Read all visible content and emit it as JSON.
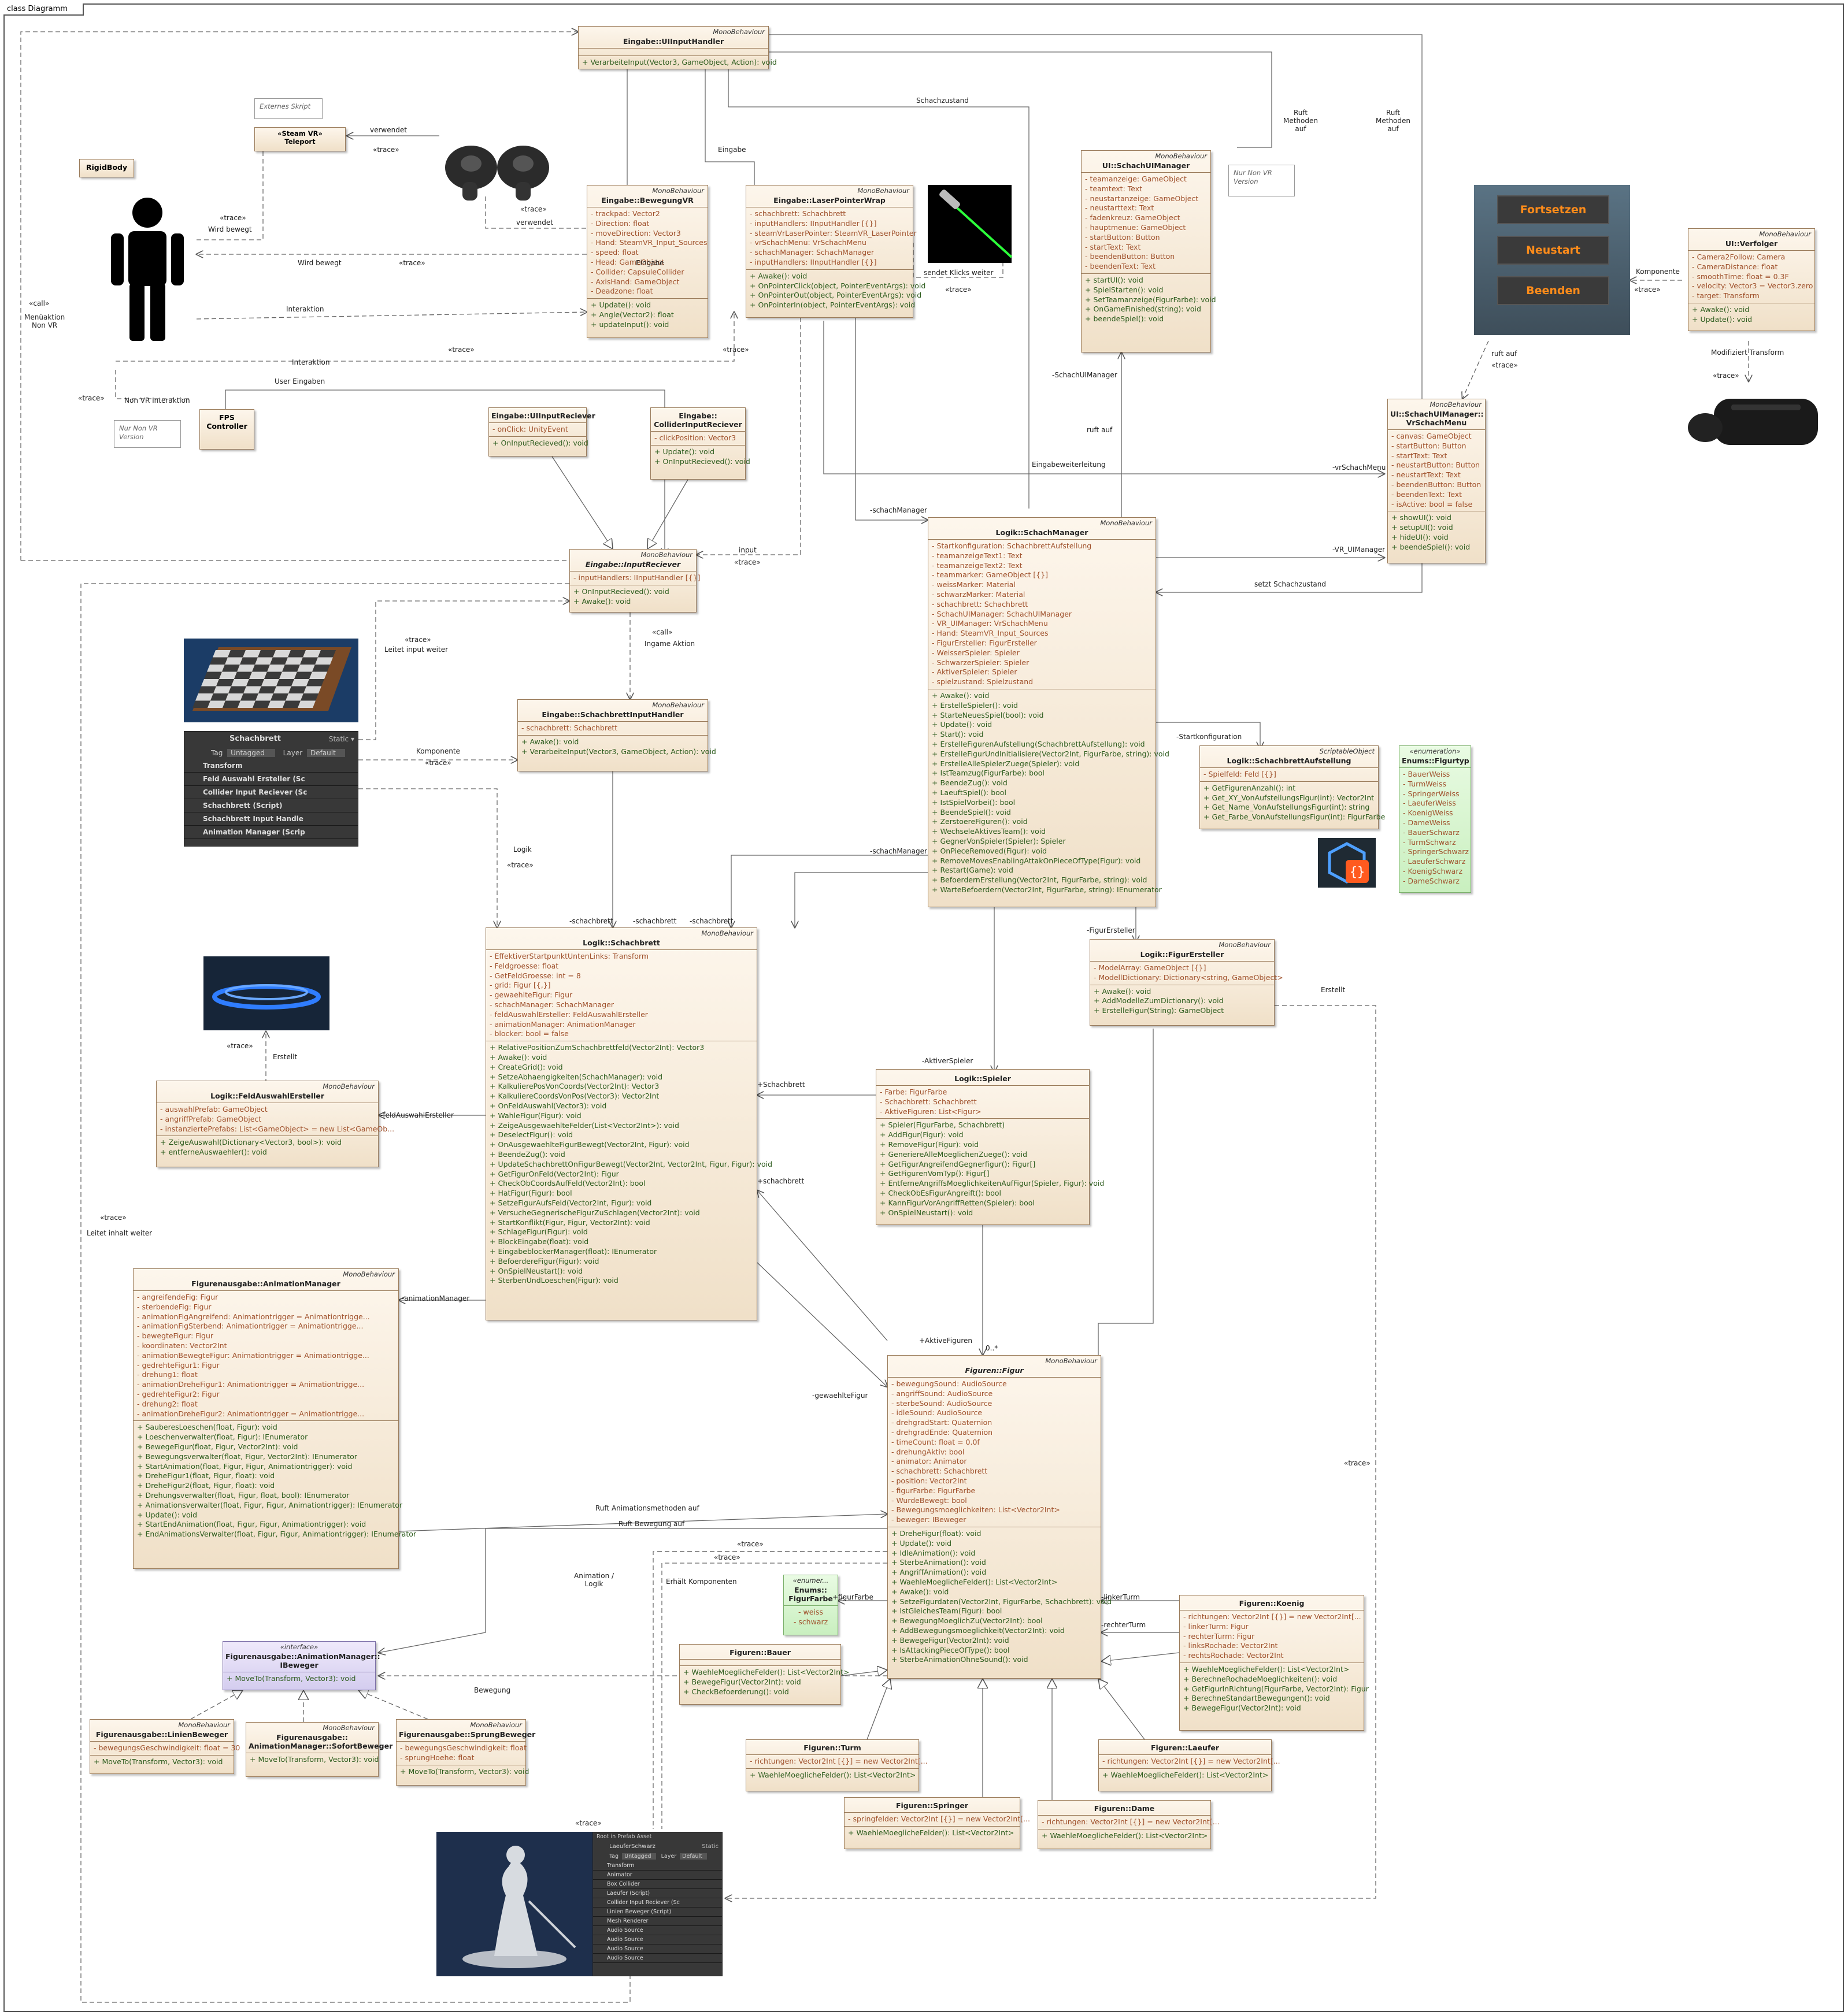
{
  "diagram_title": "class Diagramm",
  "stereotype_mono": "MonoBehaviour",
  "stereotype_scriptable": "ScriptableObject",
  "classes": {
    "ui_input_handler": {
      "name": "Eingabe::UIInputHandler",
      "methods": [
        "+   VerarbeiteInput(Vector3, GameObject, Action): void"
      ]
    },
    "bewegung_vr": {
      "name": "Eingabe::BewegungVR",
      "fields": [
        "trackpad: Vector2",
        "Direction: float",
        "moveDirection: Vector3",
        "Hand: SteamVR_Input_Sources",
        "speed: float",
        "Head: GameObject",
        "Collider: CapsuleCollider",
        "AxisHand: GameObject",
        "Deadzone: float"
      ],
      "methods": [
        "Update(): void",
        "Angle(Vector2): float",
        "updateInput(): void"
      ]
    },
    "laser_pointer": {
      "name": "Eingabe::LaserPointerWrap",
      "fields": [
        "schachbrett: Schachbrett",
        "inputHandlers: IInputHandler [{}]",
        "steamVrLaserPointer: SteamVR_LaserPointer",
        "vrSchachMenu: VrSchachMenu",
        "schachManager: SchachManager",
        "inputHandlers: IInputHandler [{}]"
      ],
      "methods": [
        "Awake(): void",
        "OnPointerClick(object, PointerEventArgs): void",
        "OnPointerOut(object, PointerEventArgs): void",
        "OnPointerIn(object, PointerEventArgs): void"
      ]
    },
    "schach_ui_manager": {
      "name": "UI::SchachUIManager",
      "fields": [
        "teamanzeige: GameObject",
        "teamtext: Text",
        "neustartanzeige: GameObject",
        "neustarttext: Text",
        "fadenkreuz: GameObject",
        "hauptmenue: GameObject",
        "startButton: Button",
        "startText: Text",
        "beendenButton: Button",
        "beendenText: Text"
      ],
      "methods": [
        "startUI(): void",
        "SpielStarten(): void",
        "SetTeamanzeige(FigurFarbe): void",
        "OnGameFinished(string): void",
        "beendeSpiel(): void"
      ]
    },
    "verfolger": {
      "name": "UI::Verfolger",
      "fields": [
        "Camera2Follow: Camera",
        "CameraDistance: float",
        "smoothTime: float = 0.3F",
        "velocity: Vector3 = Vector3.zero",
        "target: Transform"
      ],
      "methods": [
        "Awake(): void",
        "Update(): void"
      ]
    },
    "vr_schach_menu": {
      "name": "UI::SchachUIManager::\nVrSchachMenu",
      "fields": [
        "canvas: GameObject",
        "startButton: Button",
        "startText: Text",
        "neustartButton: Button",
        "neustartText: Text",
        "beendenButton: Button",
        "beendenText: Text",
        "isActive: bool = false"
      ],
      "methods": [
        "showUI(): void",
        "setupUI(): void",
        "hideUI(): void",
        "beendeSpiel(): void"
      ]
    },
    "ui_input_reciever": {
      "name": "Eingabe::UIInputReciever",
      "fields": [
        "onClick: UnityEvent"
      ],
      "methods": [
        "OnInputRecieved(): void"
      ]
    },
    "collider_input_reciever": {
      "name": "Eingabe::\nColliderInputReciever",
      "fields": [
        "clickPosition: Vector3"
      ],
      "methods": [
        "Update(): void",
        "OnInputRecieved(): void"
      ]
    },
    "input_reciever": {
      "name": "Eingabe::InputReciever",
      "fields": [
        "inputHandlers: IInputHandler [{}]"
      ],
      "methods": [
        "OnInputRecieved(): void",
        "Awake(): void"
      ]
    },
    "schachbrett_input_handler": {
      "name": "Eingabe::SchachbrettInputHandler",
      "fields": [
        "schachbrett: Schachbrett"
      ],
      "methods": [
        "Awake(): void",
        "VerarbeiteInput(Vector3, GameObject, Action): void"
      ]
    },
    "schach_manager": {
      "name": "Logik::SchachManager",
      "fields": [
        "Startkonfiguration: SchachbrettAufstellung",
        "teamanzeigeText1: Text",
        "teamanzeigeText2: Text",
        "teammarker: GameObject [{}]",
        "weissMarker: Material",
        "schwarzMarker: Material",
        "schachbrett: Schachbrett",
        "SchachUIManager: SchachUIManager",
        "VR_UIManager: VrSchachMenu",
        "Hand: SteamVR_Input_Sources",
        "FigurErsteller: FigurErsteller",
        "WeisserSpieler: Spieler",
        "SchwarzerSpieler: Spieler",
        "AktiverSpieler: Spieler",
        "spielzustand: Spielzustand"
      ],
      "methods": [
        "Awake(): void",
        "ErstelleSpieler(): void",
        "StarteNeuesSpiel(bool): void",
        "Update(): void",
        "Start(): void",
        "ErstelleFigurenAufstellung(SchachbrettAufstellung): void",
        "ErstelleFigurUndInitialisiere(Vector2Int, FigurFarbe, string): void",
        "ErstelleAlleSpielerZuege(Spieler): void",
        "IstTeamzug(FigurFarbe): bool",
        "BeendeZug(): void",
        "LaeuftSpiel(): bool",
        "IstSpielVorbei(): bool",
        "BeendeSpiel(): void",
        "ZerstoereFiguren(): void",
        "WechseleAktivesTeam(): void",
        "GegnerVonSpieler(Spieler): Spieler",
        "OnPieceRemoved(Figur): void",
        "RemoveMovesEnablingAttakOnPieceOfType(Figur): void",
        "Restart(Game): void",
        "BefoerdernErstellung(Vector2Int, FigurFarbe, string): void",
        "WarteBefoerdern(Vector2Int, FigurFarbe, string): IEnumerator"
      ]
    },
    "schachbrett_aufstellung": {
      "name": "Logik::SchachbrettAufstellung",
      "fields": [
        "Spielfeld: Feld [{}]"
      ],
      "methods": [
        "GetFigurenAnzahl(): int",
        "Get_XY_VonAufstellungsFigur(int): Vector2Int",
        "Get_Name_VonAufstellungsFigur(int): string",
        "Get_Farbe_VonAufstellungsFigur(int): FigurFarbe"
      ]
    },
    "figurtyp_enum": {
      "stereotype": "«enumeration»",
      "name": "Enums::Figurtyp",
      "values": [
        "BauerWeiss",
        "TurmWeiss",
        "SpringerWeiss",
        "LaeuferWeiss",
        "KoenigWeiss",
        "DameWeiss",
        "BauerSchwarz",
        "TurmSchwarz",
        "SpringerSchwarz",
        "LaeuferSchwarz",
        "KoenigSchwarz",
        "DameSchwarz"
      ]
    },
    "figur_ersteller": {
      "name": "Logik::FigurErsteller",
      "fields": [
        "ModelArray: GameObject [{}]",
        "ModellDictionary: Dictionary<string, GameObject>"
      ],
      "methods": [
        "Awake(): void",
        "AddModelleZumDictionary(): void",
        "ErstelleFigur(String): GameObject"
      ]
    },
    "schachbrett": {
      "name": "Logik::Schachbrett",
      "fields": [
        "EffektiverStartpunktUntenLinks: Transform",
        "Feldgroesse: float",
        "GetFeldGroesse: int = 8",
        "grid: Figur [{,}]",
        "gewaehlteFigur: Figur",
        "schachManager: SchachManager",
        "feldAuswahlErsteller: FeldAuswahlErsteller",
        "animationManager: AnimationManager",
        "blocker: bool = false"
      ],
      "methods": [
        "RelativePositionZumSchachbrettfeld(Vector2Int): Vector3",
        "Awake(): void",
        "CreateGrid(): void",
        "SetzeAbhaengigkeiten(SchachManager): void",
        "KalkulierePosVonCoords(Vector2Int): Vector3",
        "KalkuliereCoordsVonPos(Vector3): Vector2Int",
        "OnFeldAuswahl(Vector3): void",
        "WahleFigur(Figur): void",
        "ZeigeAusgewaehlteFelder(List<Vector2Int>): void",
        "DeselectFigur(): void",
        "OnAusgewaehlteFigurBewegt(Vector2Int, Figur): void",
        "BeendeZug(): void",
        "UpdateSchachbrettOnFigurBewegt(Vector2Int, Vector2Int, Figur, Figur): void",
        "GetFigurOnFeld(Vector2Int): Figur",
        "CheckObCoordsAufFeld(Vector2Int): bool",
        "HatFigur(Figur): bool",
        "SetzeFigurAufsFeld(Vector2Int, Figur): void",
        "VersucheGegnerischeFigurZuSchlagen(Vector2Int): void",
        "StartKonflikt(Figur, Figur, Vector2Int): void",
        "SchlageFigur(Figur): void",
        "BlockEingabe(float): void",
        "EingabeblockerManager(float): IEnumerator",
        "BefoerdereFigur(Figur): void",
        "OnSpielNeustart(): void",
        "SterbenUndLoeschen(Figur): void"
      ]
    },
    "spieler": {
      "name": "Logik::Spieler",
      "fields": [
        "Farbe: FigurFarbe",
        "Schachbrett: Schachbrett",
        "AktiveFiguren: List<Figur>"
      ],
      "methods": [
        "Spieler(FigurFarbe, Schachbrett)",
        "AddFigur(Figur): void",
        "RemoveFigur(Figur): void",
        "GeneriereAlleMoeglichenZuege(): void",
        "GetFigurAngreifendGegnerfigur(): Figur[]",
        "GetFigurenVomTyp(): Figur[]",
        "EntferneAngriffsMoeglichkeitenAufFigur(Spieler, Figur): void",
        "CheckObEsFigurAngreift(): bool",
        "KannFigurVorAngriffRetten(Spieler): bool",
        "OnSpielNeustart(): void"
      ]
    },
    "feld_auswahl_ersteller": {
      "name": "Logik::FeldAuswahlErsteller",
      "fields": [
        "auswahlPrefab: GameObject",
        "angriffPrefab: GameObject",
        "instanziertePrefabs: List<GameObject> = new List<GameOb..."
      ],
      "methods": [
        "ZeigeAuswahl(Dictionary<Vector3, bool>): void",
        "entferneAuswaehler(): void"
      ]
    },
    "animation_manager": {
      "name": "Figurenausgabe::AnimationManager",
      "fields": [
        "angreifendeFig: Figur",
        "sterbendeFig: Figur",
        "animationFigAngreifend: Animationtrigger = Animationtrigge...",
        "animationFigSterbend: Animationtrigger = Animationtrigge...",
        "bewegteFigur: Figur",
        "koordinaten: Vector2Int",
        "animationBewegteFigur: Animationtrigger = Animationtrigge...",
        "gedrehteFigur1: Figur",
        "drehung1: float",
        "animationDreheFigur1: Animationtrigger = Animationtrigge...",
        "gedrehteFigur2: Figur",
        "drehung2: float",
        "animationDreheFigur2: Animationtrigger = Animationtrigge..."
      ],
      "methods": [
        "SauberesLoeschen(float, Figur): void",
        "Loeschenverwalter(float, Figur): IEnumerator",
        "BewegeFigur(float, Figur, Vector2Int): void",
        "Bewegungsverwalter(float, Figur, Vector2Int): IEnumerator",
        "StartAnimation(float, Figur, Figur, Animationtrigger): void",
        "DreheFigur1(float, Figur, float): void",
        "DreheFigur2(float, Figur, float): void",
        "Drehungsverwalter(float, Figur, float, bool): IEnumerator",
        "Animationsverwalter(float, Figur, Figur, Animationtrigger): IEnumerator",
        "Update(): void",
        "StartEndAnimation(float, Figur, Figur, Animationtrigger): void",
        "EndAnimationsVerwalter(float, Figur, Figur, Animationtrigger): IEnumerator"
      ]
    },
    "figur": {
      "name": "Figuren::Figur",
      "fields": [
        "bewegungSound: AudioSource",
        "angriffSound: AudioSource",
        "sterbeSound: AudioSource",
        "idleSound: AudioSource",
        "drehgradStart: Quaternion",
        "drehgradEnde: Quaternion",
        "timeCount: float = 0.0f",
        "drehungAktiv: bool",
        "animator: Animator",
        "schachbrett: Schachbrett",
        "position: Vector2Int",
        "figurFarbe: FigurFarbe",
        "WurdeBewegt: bool",
        "Bewegungsmoeglichkeiten: List<Vector2Int>",
        "beweger: IBeweger"
      ],
      "methods": [
        "DreheFigur(float): void",
        "Update(): void",
        "IdleAnimation(): void",
        "SterbeAnimation(): void",
        "AngriffAnimation(): void",
        "WaehleMoeglicheFelder(): List<Vector2Int>",
        "Awake(): void",
        "SetzeFigurdaten(Vector2Int, FigurFarbe, Schachbrett): void",
        "IstGleichesTeam(Figur): bool",
        "BewegungMoeglichZu(Vector2Int): bool",
        "AddBewegungsmoeglichkeit(Vector2Int): void",
        "BewegeFigur(Vector2Int): void",
        "IsAttackingPieceOfType(): bool",
        "SterbeAnimationOhneSound(): void"
      ]
    },
    "figur_farbe": {
      "stereotype": "«enumer...",
      "name": "Enums::\nFigurFarbe",
      "values": [
        "weiss",
        "schwarz"
      ]
    },
    "bauer": {
      "name": "Figuren::Bauer",
      "methods": [
        "WaehleMoeglicheFelder(): List<Vector2Int>",
        "BewegeFigur(Vector2Int): void",
        "CheckBefoerderung(): void"
      ]
    },
    "koenig": {
      "name": "Figuren::Koenig",
      "fields": [
        "richtungen: Vector2Int [{}] = new Vector2Int[...",
        "linkerTurm: Figur",
        "rechterTurm: Figur",
        "linksRochade: Vector2Int",
        "rechtsRochade: Vector2Int"
      ],
      "methods": [
        "WaehleMoeglicheFelder(): List<Vector2Int>",
        "BerechneRochadeMoeglichkeiten(): void",
        "GetFigurInRichtung(FigurFarbe, Vector2Int): Figur",
        "BerechneStandartBewegungen(): void",
        "BewegeFigur(Vector2Int): void"
      ]
    },
    "turm": {
      "name": "Figuren::Turm",
      "fields": [
        "richtungen: Vector2Int [{}] = new Vector2Int[..."
      ],
      "methods": [
        "WaehleMoeglicheFelder(): List<Vector2Int>"
      ]
    },
    "laeufer": {
      "name": "Figuren::Laeufer",
      "fields": [
        "richtungen: Vector2Int [{}] = new Vector2Int[..."
      ],
      "methods": [
        "WaehleMoeglicheFelder(): List<Vector2Int>"
      ]
    },
    "springer": {
      "name": "Figuren::Springer",
      "fields": [
        "springfelder: Vector2Int [{}] = new Vector2Int[..."
      ],
      "methods": [
        "WaehleMoeglicheFelder(): List<Vector2Int>"
      ]
    },
    "dame": {
      "name": "Figuren::Dame",
      "fields": [
        "richtungen: Vector2Int [{}] = new Vector2Int[..."
      ],
      "methods": [
        "WaehleMoeglicheFelder(): List<Vector2Int>"
      ]
    },
    "ibeweger": {
      "stereotype": "«interface»",
      "name": "Figurenausgabe::AnimationManager::\nIBeweger",
      "methods": [
        "MoveTo(Transform, Vector3): void"
      ]
    },
    "linien_beweger": {
      "name": "Figurenausgabe::LinienBeweger",
      "fields": [
        "bewegungsGeschwindigkeit: float = 30"
      ],
      "methods": [
        "MoveTo(Transform, Vector3): void"
      ]
    },
    "sofort_beweger": {
      "name": "Figurenausgabe::\nAnimationManager::SofortBeweger",
      "methods": [
        "MoveTo(Transform, Vector3): void"
      ]
    },
    "sprung_beweger": {
      "name": "Figurenausgabe::SprungBeweger",
      "fields": [
        "bewegungsGeschwindigkeit: float",
        "sprungHoehe: float"
      ],
      "methods": [
        "MoveTo(Transform, Vector3): void"
      ]
    }
  },
  "simple_boxes": {
    "rigidbody": "RigidBody",
    "steam_vr": "«Steam VR»\nTeleport",
    "fps_controller": "FPS Controller"
  },
  "notes": {
    "externes_skript": "Externes Skript",
    "nur_non_vr_1": "Nur Non VR\nVersion",
    "nur_non_vr_2": "Nur Non VR\nVersion"
  },
  "menu_buttons": [
    "Fortsetzen",
    "Neustart",
    "Beenden"
  ],
  "inspector_top": {
    "object_name": "Schachbrett",
    "static": "Static ▾",
    "tag_label": "Tag",
    "tag_value": "Untagged",
    "layer_label": "Layer",
    "layer_value": "Default",
    "rows": [
      "Transform",
      "Feld Auswahl Ersteller (Sc",
      "Collider Input Reciever (Sc",
      "Schachbrett (Script)",
      "Schachbrett Input Handle",
      "Animation Manager (Scrip"
    ]
  },
  "inspector_bottom": {
    "header": "Root in Prefab Asset",
    "object_name": "LaeuferSchwarz",
    "static": "Static",
    "tag_label": "Tag",
    "tag_value": "Untagged",
    "layer_label": "Layer",
    "layer_value": "Default",
    "rows": [
      "Transform",
      "Animator",
      "Box Collider",
      "Laeufer (Script)",
      "Collider Input Reciever (Sc",
      "Linien Beweger (Script)",
      "Mesh Renderer",
      "Audio Source",
      "Audio Source",
      "Audio Source",
      "Audio Source"
    ]
  },
  "edge_labels": {
    "verwendet_1": "verwendet",
    "trace_1": "«trace»",
    "trace_2": "«trace»",
    "verwendet_2": "verwendet",
    "trace_wird": "«trace»",
    "wird_bewegt_1": "Wird bewegt",
    "wird_bewegt_2": "Wird bewegt",
    "trace_wb": "«trace»",
    "call_1": "«call»",
    "menuaktion": "Menüaktion\nNon VR",
    "interaktion_1": "Interaktion",
    "trace_int": "«trace»",
    "trace_int2": "«trace»",
    "interaktion_2": "Interaktion",
    "user_eingaben": "User Eingaben",
    "trace_fps": "«trace»",
    "non_vr_interaktion": "Non VR Interaktion",
    "eingabe_1": "Eingabe",
    "eingabe_2": "Eingabe",
    "schachzustand": "Schachzustand",
    "ruft_methoden_1": "Ruft\nMethoden\nauf",
    "ruft_methoden_2": "Ruft\nMethoden\nauf",
    "sendet_klicks": "sendet Klicks weiter",
    "trace_klicks": "«trace»",
    "komponente_1": "Komponente",
    "trace_komp1": "«trace»",
    "ruft_auf_1": "ruft auf",
    "trace_ruft": "«trace»",
    "modifiziert": "Modifiziert Transform",
    "trace_mod": "«trace»",
    "schach_ui_mgr": "-SchachUIManager",
    "ruft_auf_2": "ruft auf",
    "eingabeweiterleitung": "Eingabeweiterleitung",
    "vr_schach_menu": "-vrSchachMenu",
    "schach_manager_1": "-schachManager",
    "vr_ui_manager": "-VR_UIManager",
    "setzt_schachzustand": "setzt Schachzustand",
    "input": "input",
    "trace_input": "«trace»",
    "trace_leitet": "«trace»",
    "leitet_input": "Leitet input weiter",
    "call_ingame": "«call»",
    "ingame_aktion": "Ingame Aktion",
    "komponente_2": "Komponente",
    "trace_komp2": "«trace»",
    "startkonfiguration": "-Startkonfiguration",
    "logik": "Logik",
    "trace_logik": "«trace»",
    "schach_manager_2": "-schachManager",
    "schachbrett_1": "-schachbrett",
    "schachbrett_2": "-schachbrett",
    "schachbrett_3": "-schachbrett",
    "figur_ersteller": "-FigurErsteller",
    "erstellt_1": "Erstellt",
    "trace_erst": "«trace»",
    "erstellt_2": "Erstellt",
    "feld_auswahl_ersteller": "-feldAuswahlErsteller",
    "aktiver_spieler": "-AktiverSpieler",
    "schachbrett_4": "+Schachbrett",
    "schachbrett_5": "+schachbrett",
    "trace_leitet2": "«trace»",
    "leitet_inhalt": "Leitet inhalt weiter",
    "animation_manager": "-animationManager",
    "aktive_figuren": "+AktiveFiguren",
    "multiplicity": "0..*",
    "gewaehlte_figur": "-gewaehlteFigur",
    "ruft_anim": "Ruft Animationsmethoden auf",
    "ruft_bewegung": "Ruft Bewegung auf",
    "trace_b1": "«trace»",
    "trace_b2": "«trace»",
    "animation_logik": "Animation /\nLogik",
    "erhaelt_komp": "Erhält Komponenten",
    "figurfarbe": "+figurFarbe",
    "linker_turm": "-linkerTurm",
    "rechter_turm": "-rechterTurm",
    "bewegung": "Bewegung",
    "trace_big": "«trace»",
    "trace_bottom": "«trace»"
  }
}
